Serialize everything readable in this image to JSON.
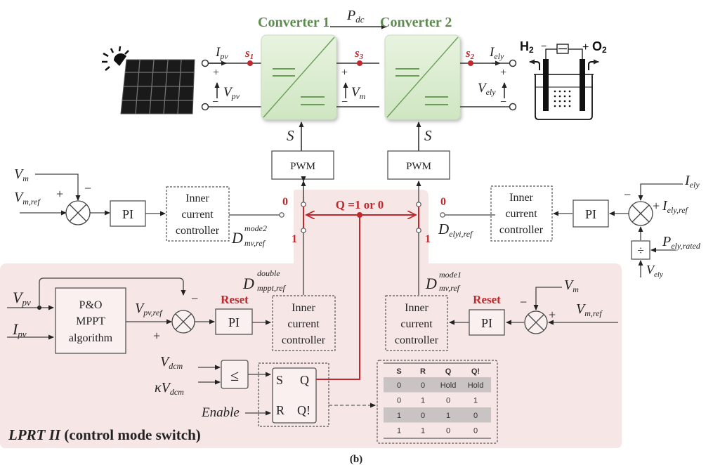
{
  "power_stage": {
    "power_flow_label": "P",
    "power_flow_sub": "dc",
    "converter1_title": "Converter 1",
    "converter2_title": "Converter 2",
    "sensor_points": [
      {
        "id": "s1",
        "label": "s",
        "sub": "1"
      },
      {
        "id": "s3",
        "label": "s",
        "sub": "3"
      },
      {
        "id": "s2",
        "label": "s",
        "sub": "2"
      }
    ],
    "pv_current": {
      "main": "I",
      "sub": "pv"
    },
    "pv_voltage": {
      "main": "V",
      "sub": "pv"
    },
    "mid_voltage": {
      "main": "V",
      "sub": "m"
    },
    "ely_current": {
      "main": "I",
      "sub": "ely"
    },
    "ely_voltage": {
      "main": "V",
      "sub": "ely"
    },
    "plus": "+",
    "minus": "−",
    "electrolyzer": {
      "h2": "H",
      "h2_sub": "2",
      "o2": "O",
      "o2_sub": "2",
      "neg": "−",
      "pos": "+"
    },
    "gate_signal": "S"
  },
  "pwm_label": "PWM",
  "left_upper_loop": {
    "vm": {
      "main": "V",
      "sub": "m"
    },
    "vm_ref": {
      "main": "V",
      "sub": "m,ref"
    },
    "plus": "+",
    "minus": "−",
    "pi": "PI",
    "inner": [
      "Inner",
      "current",
      "controller"
    ],
    "d_out": {
      "main": "D",
      "sup": "mode2",
      "sub": "mv,ref"
    },
    "switch_pos0": "0",
    "switch_pos1": "1"
  },
  "right_upper_loop": {
    "iely": {
      "main": "I",
      "sub": "ely"
    },
    "iely_ref": {
      "main": "I",
      "sub": "ely,ref"
    },
    "pely_rated": {
      "main": "P",
      "sub": "ely,rated"
    },
    "vely": {
      "main": "V",
      "sub": "ely"
    },
    "divide": "÷",
    "plus": "+",
    "minus": "−",
    "pi": "PI",
    "inner": [
      "Inner",
      "current",
      "controller"
    ],
    "d_out": {
      "main": "D",
      "sub": "elyi,ref"
    },
    "switch_pos0": "0",
    "switch_pos1": "1"
  },
  "selector": {
    "label": "Q =1 or 0"
  },
  "lprt": {
    "title_italic": "LPRT II",
    "title_rest": " (control mode switch)",
    "mppt": {
      "vpv": {
        "main": "V",
        "sub": "pv"
      },
      "ipv": {
        "main": "I",
        "sub": "pv"
      },
      "block": [
        "P&O",
        "MPPT",
        "algorithm"
      ],
      "vpv_ref": {
        "main": "V",
        "sub": "pv,ref"
      },
      "plus": "+",
      "minus": "−",
      "reset": "Reset",
      "pi": "PI",
      "inner": [
        "Inner",
        "current",
        "controller"
      ],
      "d_out": {
        "main": "D",
        "sup": "double",
        "sub": "mppt,ref"
      }
    },
    "mode1": {
      "vm": {
        "main": "V",
        "sub": "m"
      },
      "vm_ref": {
        "main": "V",
        "sub": "m,ref"
      },
      "plus": "+",
      "minus": "−",
      "reset": "Reset",
      "pi": "PI",
      "inner": [
        "Inner",
        "current",
        "controller"
      ],
      "d_out": {
        "main": "D",
        "sup": "mode1",
        "sub": "mv,ref"
      }
    },
    "comparator": {
      "in1": {
        "main": "V",
        "sub": "dcm"
      },
      "in2": {
        "pre": "κV",
        "sub": "dcm"
      },
      "symbol": "≤"
    },
    "sr_latch": {
      "s": "S",
      "r": "R",
      "q": "Q",
      "qn": "Q!",
      "enable": "Enable"
    },
    "truth_table": {
      "headers": [
        "S",
        "R",
        "Q",
        "Q!"
      ],
      "rows": [
        [
          "0",
          "0",
          "Hold",
          "Hold"
        ],
        [
          "0",
          "1",
          "0",
          "1"
        ],
        [
          "1",
          "0",
          "1",
          "0"
        ],
        [
          "1",
          "1",
          "0",
          "0"
        ]
      ]
    }
  },
  "caption": "(b)",
  "colors": {
    "accent_red": "#c0282d",
    "converter_green": "#5e8c4f",
    "region_pink": "#f6e6e5"
  }
}
